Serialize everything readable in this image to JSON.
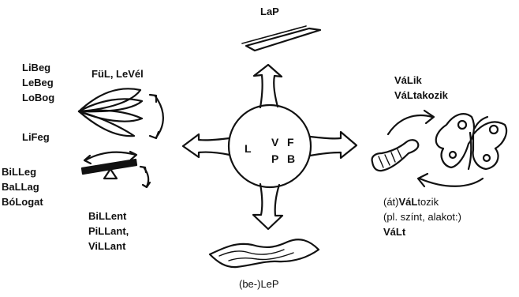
{
  "top": {
    "label": "LaP"
  },
  "bottom": {
    "label": "(be-)LeP"
  },
  "center": {
    "letters": [
      "L",
      "V",
      "F",
      "P",
      "B"
    ]
  },
  "left_top_words": [
    "LiBeg",
    "LeBeg",
    "LoBog"
  ],
  "left_fan_caption": "FüL, LeVél",
  "left_liFeg": "LiFeg",
  "left_bottom_words": [
    "BiLLeg",
    "BaLLag",
    "BóLogat"
  ],
  "left_bottom_caption": [
    "BiLLent",
    "PiLLant,",
    "ViLLant"
  ],
  "right_top": [
    {
      "bold": "VáL",
      "rest": "ik"
    },
    {
      "bold": "VáL",
      "rest": "takozik"
    }
  ],
  "right_bottom": [
    {
      "pre": "(át)",
      "bold": "VáL",
      "rest": "tozik"
    },
    {
      "pre": "(pl. színt, alakot:)",
      "bold": "",
      "rest": ""
    },
    {
      "pre": "",
      "bold": "VáL",
      "rest": "t"
    }
  ]
}
